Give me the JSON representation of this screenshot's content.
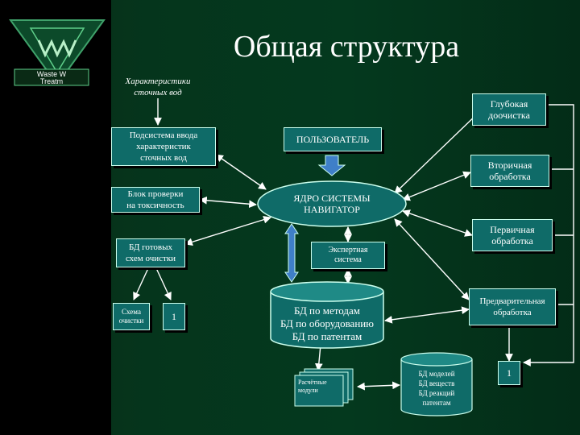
{
  "title": "Общая структура",
  "logo": {
    "line1": "Waste W",
    "line2": "Treatm"
  },
  "nodes": {
    "characteristics": "Характеристики\nсточных вод",
    "input_subsystem": "Подсистема ввода\nхарактеристик\nсточных вод",
    "toxicity_block": "Блок проверки\nна токсичность",
    "ready_schemes_db": "БД готовых\nсхем очистки",
    "purification_scheme": "Схема\nочистки",
    "one_left": "1",
    "user": "ПОЛЬЗОВАТЕЛЬ",
    "core": "ЯДРО СИСТЕМЫ\nНАВИГАТОР",
    "expert": "Экспертная\nсистема",
    "db_methods": "БД по методам\nБД по оборудованию\nБД по патентам",
    "calc_modules": "Расчётные\nмодули",
    "db_models": "БД моделей\nБД веществ\nБД реакций\nпатентам",
    "deep": "Глубокая\nдоочистка",
    "secondary": "Вторичная\nобработка",
    "primary": "Первичная\nобработка",
    "preliminary": "Предварительная\nобработка",
    "one_right": "1"
  },
  "colors": {
    "box_fill": "#0f6b68",
    "background": "#05351c",
    "stroke": "#ffffff"
  }
}
